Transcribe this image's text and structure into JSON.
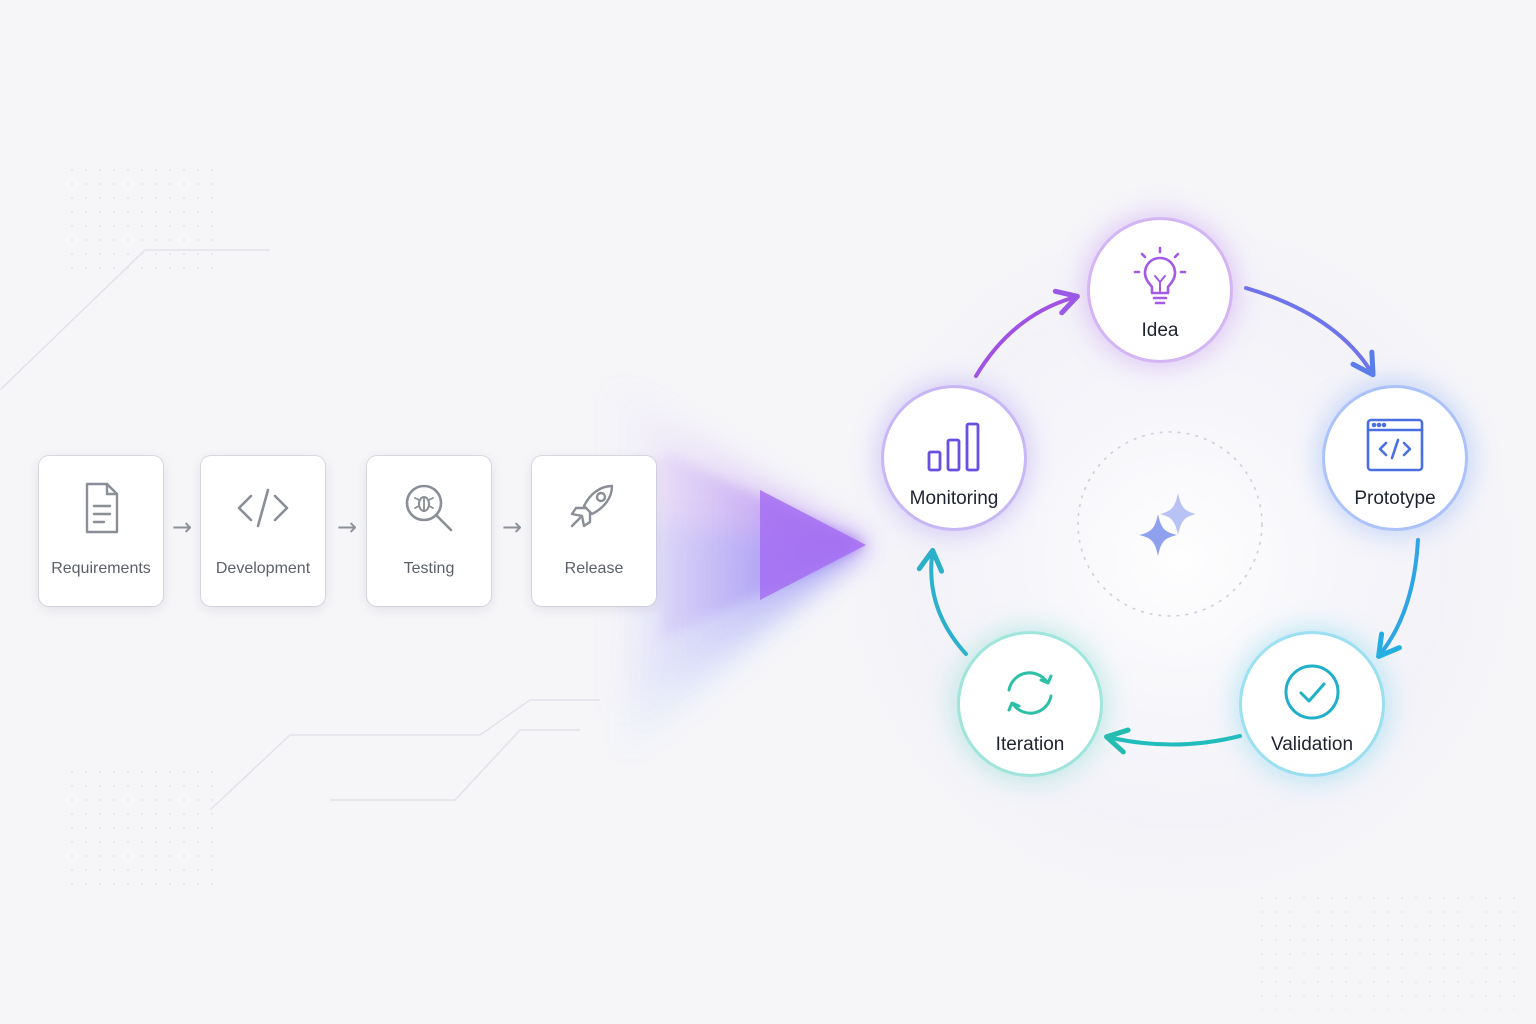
{
  "linear_process": {
    "steps": [
      {
        "label": "Requirements",
        "icon": "document-icon"
      },
      {
        "label": "Development",
        "icon": "code-icon"
      },
      {
        "label": "Testing",
        "icon": "bug-search-icon"
      },
      {
        "label": "Release",
        "icon": "rocket-icon"
      }
    ],
    "arrow_glyph": "→",
    "color": "#8c9099"
  },
  "cycle": {
    "nodes": [
      {
        "label": "Idea",
        "icon": "lightbulb-icon",
        "color": "#a35ae6"
      },
      {
        "label": "Prototype",
        "icon": "code-window-icon",
        "color": "#4a6fe0"
      },
      {
        "label": "Validation",
        "icon": "check-circle-icon",
        "color": "#1eb0c8"
      },
      {
        "label": "Iteration",
        "icon": "refresh-icon",
        "color": "#2cc0a8"
      },
      {
        "label": "Monitoring",
        "icon": "bar-chart-icon",
        "color": "#6a4fe0"
      }
    ],
    "center_icon": "sparkle-icon",
    "gradient_colors": [
      "#a35ae6",
      "#6c7cf0",
      "#2cb8d8",
      "#2cc0a8"
    ]
  }
}
